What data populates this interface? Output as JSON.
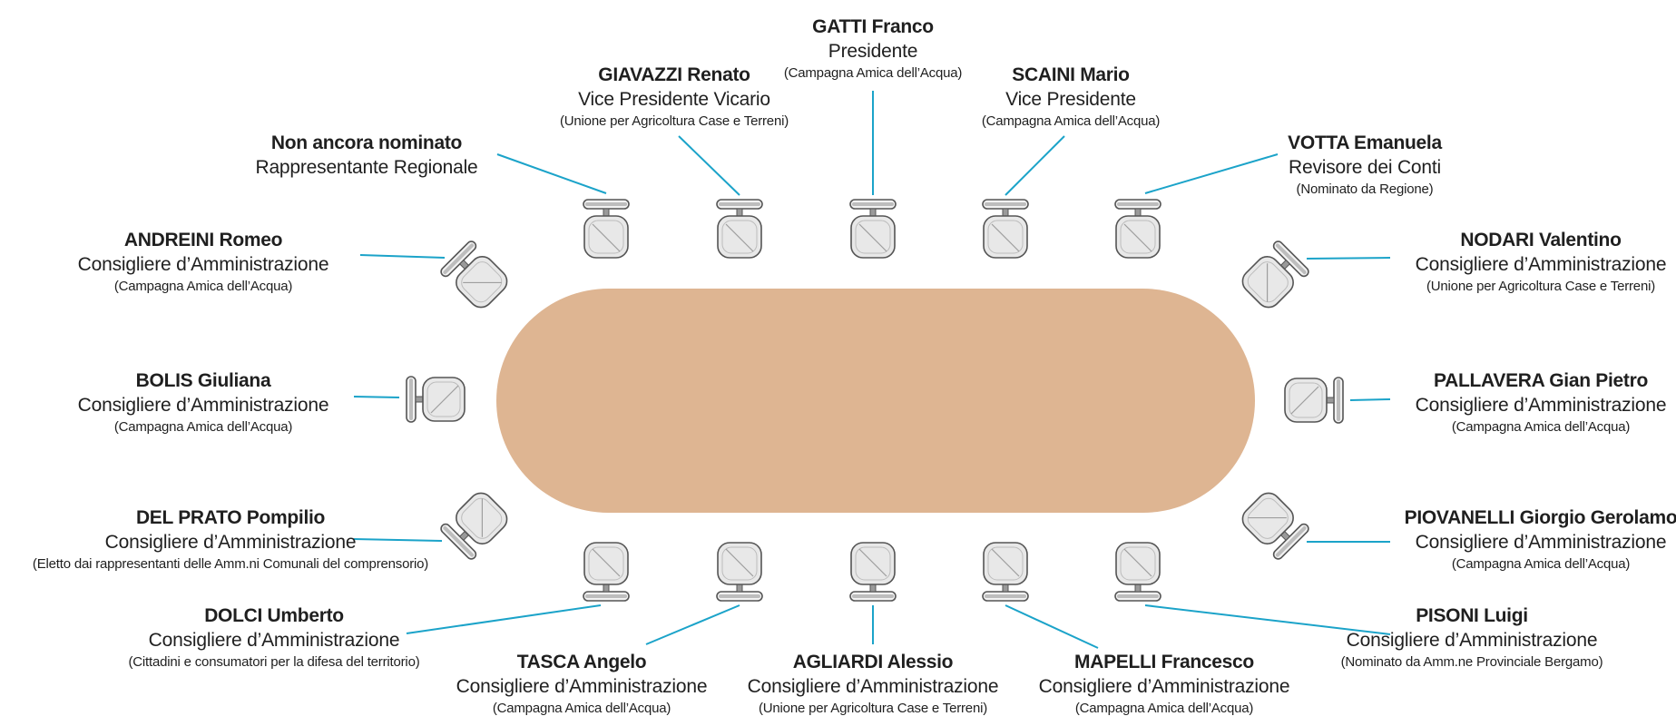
{
  "colors": {
    "table": "#deb592",
    "line": "#1ba3c9",
    "chair_fill": "#e8e8e8",
    "chair_stroke": "#555555"
  },
  "members": [
    {
      "name": "GATTI Franco",
      "role": "Presidente",
      "org": "(Campagna Amica dell’Acqua)"
    },
    {
      "name": "GIAVAZZI Renato",
      "role": "Vice Presidente Vicario",
      "org": "(Unione per Agricoltura Case e Terreni)"
    },
    {
      "name": "SCAINI Mario",
      "role": "Vice Presidente",
      "org": "(Campagna Amica dell’Acqua)"
    },
    {
      "name": "Non ancora nominato",
      "role": "Rappresentante Regionale",
      "org": ""
    },
    {
      "name": "VOTTA Emanuela",
      "role": "Revisore dei Conti",
      "org": "(Nominato da Regione)"
    },
    {
      "name": "ANDREINI Romeo",
      "role": "Consigliere d’Amministrazione",
      "org": "(Campagna Amica dell’Acqua)"
    },
    {
      "name": "NODARI Valentino",
      "role": "Consigliere d’Amministrazione",
      "org": "(Unione per Agricoltura Case e Terreni)"
    },
    {
      "name": "BOLIS Giuliana",
      "role": "Consigliere d’Amministrazione",
      "org": "(Campagna Amica dell’Acqua)"
    },
    {
      "name": "PALLAVERA Gian Pietro",
      "role": "Consigliere d’Amministrazione",
      "org": "(Campagna Amica dell’Acqua)"
    },
    {
      "name": "DEL PRATO Pompilio",
      "role": "Consigliere d’Amministrazione",
      "org": "(Eletto dai rappresentanti delle Amm.ni Comunali del comprensorio)"
    },
    {
      "name": "PIOVANELLI Giorgio Gerolamo",
      "role": "Consigliere d’Amministrazione",
      "org": "(Campagna Amica dell’Acqua)"
    },
    {
      "name": "DOLCI Umberto",
      "role": "Consigliere d’Amministrazione",
      "org": "(Cittadini e consumatori per la difesa del territorio)"
    },
    {
      "name": "PISONI Luigi",
      "role": "Consigliere d’Amministrazione",
      "org": "(Nominato da Amm.ne Provinciale Bergamo)"
    },
    {
      "name": "TASCA Angelo",
      "role": "Consigliere d’Amministrazione",
      "org": "(Campagna Amica dell’Acqua)"
    },
    {
      "name": "AGLIARDI Alessio",
      "role": "Consigliere d’Amministrazione",
      "org": "(Unione per Agricoltura Case e Terreni)"
    },
    {
      "name": "MAPELLI Francesco",
      "role": "Consigliere d’Amministrazione",
      "org": "(Campagna Amica dell’Acqua)"
    }
  ]
}
